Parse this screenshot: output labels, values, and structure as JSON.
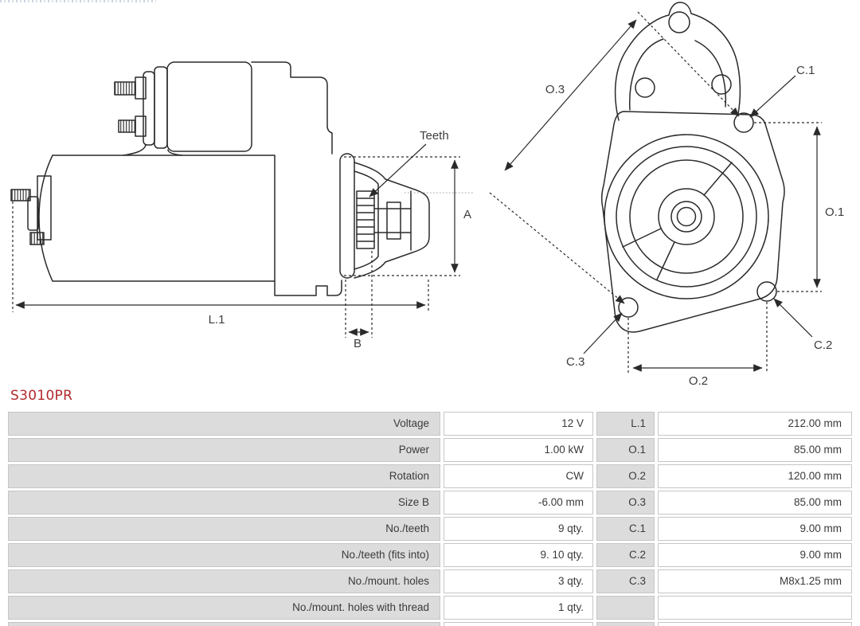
{
  "part_number": "S3010PR",
  "diagram": {
    "labels": {
      "teeth": "Teeth",
      "a": "A",
      "b": "B",
      "l1": "L.1",
      "o1": "O.1",
      "o2": "O.2",
      "o3": "O.3",
      "c1": "C.1",
      "c2": "C.2",
      "c3": "C.3"
    },
    "colors": {
      "line": "#2a2a2a",
      "label": "#3d3d3d",
      "hidden_line": "#9a9a9a"
    }
  },
  "table": {
    "colors": {
      "label_bg": "#dcdcdc",
      "value_bg": "#ffffff",
      "border": "#c6c6c6",
      "text": "#3a3a3a",
      "part_number": "#b22a2e"
    },
    "rows": [
      {
        "label": "Voltage",
        "value": "12 V",
        "dim_label": "L.1",
        "dim_value": "212.00 mm"
      },
      {
        "label": "Power",
        "value": "1.00 kW",
        "dim_label": "O.1",
        "dim_value": "85.00 mm"
      },
      {
        "label": "Rotation",
        "value": "CW",
        "dim_label": "O.2",
        "dim_value": "120.00 mm"
      },
      {
        "label": "Size B",
        "value": "-6.00 mm",
        "dim_label": "O.3",
        "dim_value": "85.00 mm"
      },
      {
        "label": "No./teeth",
        "value": "9 qty.",
        "dim_label": "C.1",
        "dim_value": "9.00 mm"
      },
      {
        "label": "No./teeth (fits into)",
        "value": "9. 10 qty.",
        "dim_label": "C.2",
        "dim_value": "9.00 mm"
      },
      {
        "label": "No./mount. holes",
        "value": "3 qty.",
        "dim_label": "C.3",
        "dim_value": "M8x1.25 mm"
      },
      {
        "label": "No./mount. holes with thread",
        "value": "1 qty.",
        "dim_label": "",
        "dim_value": ""
      }
    ]
  }
}
